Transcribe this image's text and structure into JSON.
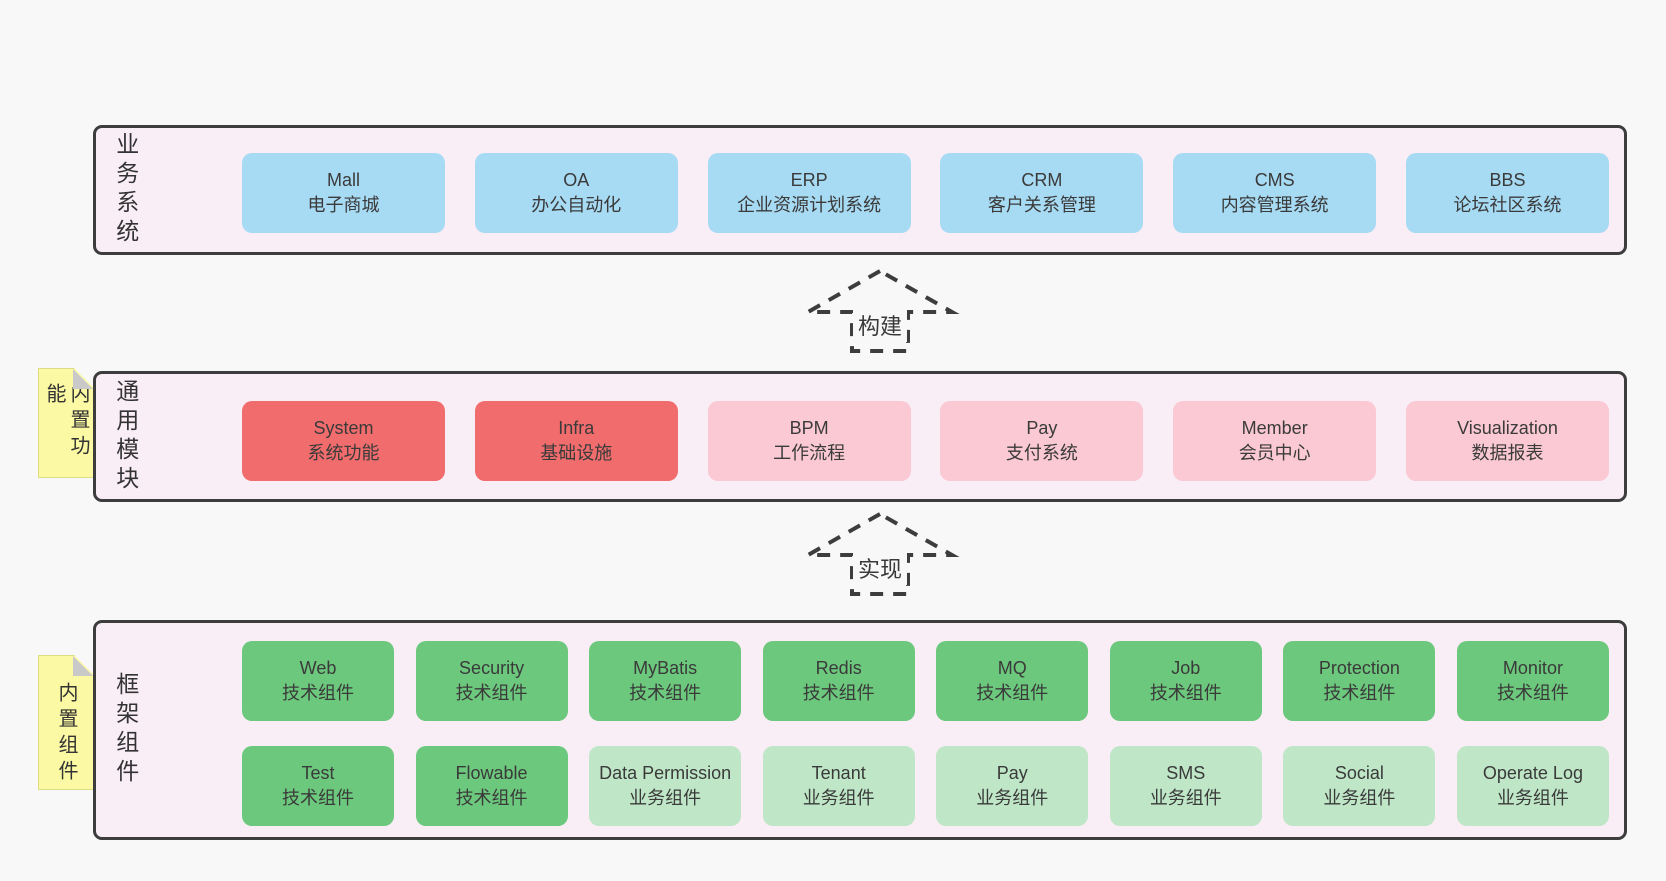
{
  "page": {
    "background": "#f8f8f8",
    "panel_background": "#f9edf6",
    "border_color": "#3d3d3d"
  },
  "colors": {
    "blue_box": "#a7daf3",
    "red_box": "#f16c6c",
    "pink_box": "#fac9d3",
    "green_box": "#6cc87c",
    "light_green_box": "#bfe7c7",
    "sticky_note": "#fbf9a3",
    "note_fold": "#c9c9c9"
  },
  "arrows": [
    {
      "id": "build",
      "label": "构建"
    },
    {
      "id": "implement",
      "label": "实现"
    }
  ],
  "sections": [
    {
      "id": "business",
      "label": "业务系统",
      "note": null,
      "rows": [
        [
          {
            "name": "Mall",
            "desc": "电子商城",
            "variant": "blue"
          },
          {
            "name": "OA",
            "desc": "办公自动化",
            "variant": "blue"
          },
          {
            "name": "ERP",
            "desc": "企业资源计划系统",
            "variant": "blue"
          },
          {
            "name": "CRM",
            "desc": "客户关系管理",
            "variant": "blue"
          },
          {
            "name": "CMS",
            "desc": "内容管理系统",
            "variant": "blue"
          },
          {
            "name": "BBS",
            "desc": "论坛社区系统",
            "variant": "blue"
          }
        ]
      ]
    },
    {
      "id": "modules",
      "label": "通用模块",
      "note": "内置功能",
      "rows": [
        [
          {
            "name": "System",
            "desc": "系统功能",
            "variant": "red"
          },
          {
            "name": "Infra",
            "desc": "基础设施",
            "variant": "red"
          },
          {
            "name": "BPM",
            "desc": "工作流程",
            "variant": "pink"
          },
          {
            "name": "Pay",
            "desc": "支付系统",
            "variant": "pink"
          },
          {
            "name": "Member",
            "desc": "会员中心",
            "variant": "pink"
          },
          {
            "name": "Visualization",
            "desc": "数据报表",
            "variant": "pink"
          }
        ]
      ]
    },
    {
      "id": "components",
      "label": "框架组件",
      "note": "内置组件",
      "rows": [
        [
          {
            "name": "Web",
            "desc": "技术组件",
            "variant": "green"
          },
          {
            "name": "Security",
            "desc": "技术组件",
            "variant": "green"
          },
          {
            "name": "MyBatis",
            "desc": "技术组件",
            "variant": "green"
          },
          {
            "name": "Redis",
            "desc": "技术组件",
            "variant": "green"
          },
          {
            "name": "MQ",
            "desc": "技术组件",
            "variant": "green"
          },
          {
            "name": "Job",
            "desc": "技术组件",
            "variant": "green"
          },
          {
            "name": "Protection",
            "desc": "技术组件",
            "variant": "green"
          },
          {
            "name": "Monitor",
            "desc": "技术组件",
            "variant": "green"
          }
        ],
        [
          {
            "name": "Test",
            "desc": "技术组件",
            "variant": "green"
          },
          {
            "name": "Flowable",
            "desc": "技术组件",
            "variant": "green"
          },
          {
            "name": "Data Permission",
            "desc": "业务组件",
            "variant": "lightgreen"
          },
          {
            "name": "Tenant",
            "desc": "业务组件",
            "variant": "lightgreen"
          },
          {
            "name": "Pay",
            "desc": "业务组件",
            "variant": "lightgreen"
          },
          {
            "name": "SMS",
            "desc": "业务组件",
            "variant": "lightgreen"
          },
          {
            "name": "Social",
            "desc": "业务组件",
            "variant": "lightgreen"
          },
          {
            "name": "Operate Log",
            "desc": "业务组件",
            "variant": "lightgreen"
          }
        ]
      ]
    }
  ]
}
